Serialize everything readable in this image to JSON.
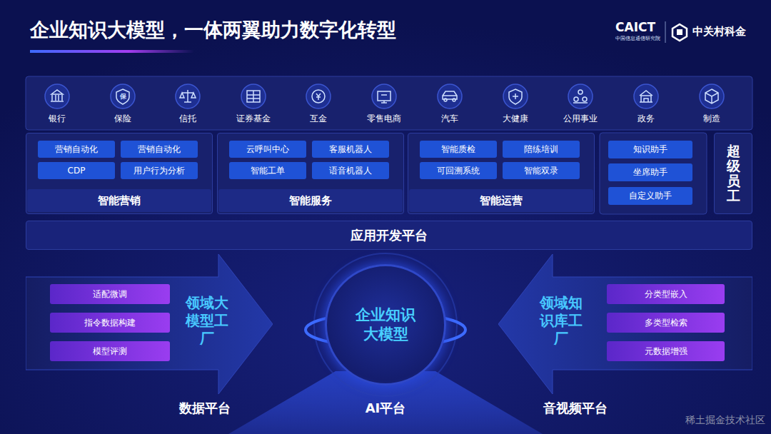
{
  "diagram": {
    "title": "企业知识大模型，一体两翼助力数字化转型",
    "nodes": [
      {
        "text": [
          "智能营销"
        ]
      },
      {
        "text": [
          "营销自动化"
        ],
        "in": 0
      },
      {
        "text": [
          "营销自动化"
        ],
        "in": 0
      },
      {
        "text": [
          "CDP"
        ],
        "in": 0
      },
      {
        "text": [
          "用户行为分析"
        ],
        "in": 0
      },
      {
        "text": [
          "智能服务"
        ]
      },
      {
        "text": [
          "云呼叫中心"
        ],
        "in": 5
      },
      {
        "text": [
          "客服机器人"
        ],
        "in": 5
      },
      {
        "text": [
          "智能工单"
        ],
        "in": 5
      },
      {
        "text": [
          "语音机器人"
        ],
        "in": 5
      },
      {
        "text": [
          "智能运营"
        ]
      },
      {
        "text": [
          "智能质检"
        ],
        "in": 10
      },
      {
        "text": [
          "陪练培训"
        ],
        "in": 10
      },
      {
        "text": [
          "可回溯系统"
        ],
        "in": 10
      },
      {
        "text": [
          "智能双录"
        ],
        "in": 10
      },
      {
        "text": [
          "知识助手"
        ]
      },
      {
        "text": [
          "坐席助手"
        ]
      },
      {
        "text": [
          "自定义助手"
        ]
      },
      {
        "text": [
          "超级员工"
        ]
      },
      {
        "text": [
          "应用开发平台"
        ]
      },
      {
        "text": [
          "领域大模型工厂"
        ]
      },
      {
        "text": [
          "适配微调"
        ],
        "in": 20
      },
      {
        "text": [
          "指令数据构建"
        ],
        "in": 20
      },
      {
        "text": [
          "模型评测"
        ],
        "in": 20
      },
      {
        "text": [
          "企业知识大模型"
        ]
      },
      {
        "text": [
          "领域知识库工厂"
        ]
      },
      {
        "text": [
          "分类型嵌入"
        ],
        "in": 25
      },
      {
        "text": [
          "多类型检索"
        ],
        "in": 25
      },
      {
        "text": [
          "元数据增强"
        ],
        "in": 25
      }
    ],
    "labels": [
      "CAICT",
      "中国信息通信研究院",
      "中关村科金",
      "银行",
      "保险",
      "信托",
      "证券基金",
      "互金",
      "零售电商",
      "汽车",
      "大健康",
      "公用事业",
      "政务",
      "制造",
      "保",
      "数据平台",
      "AI平台",
      "音视频平台",
      "稀土掘金技术社区"
    ]
  }
}
